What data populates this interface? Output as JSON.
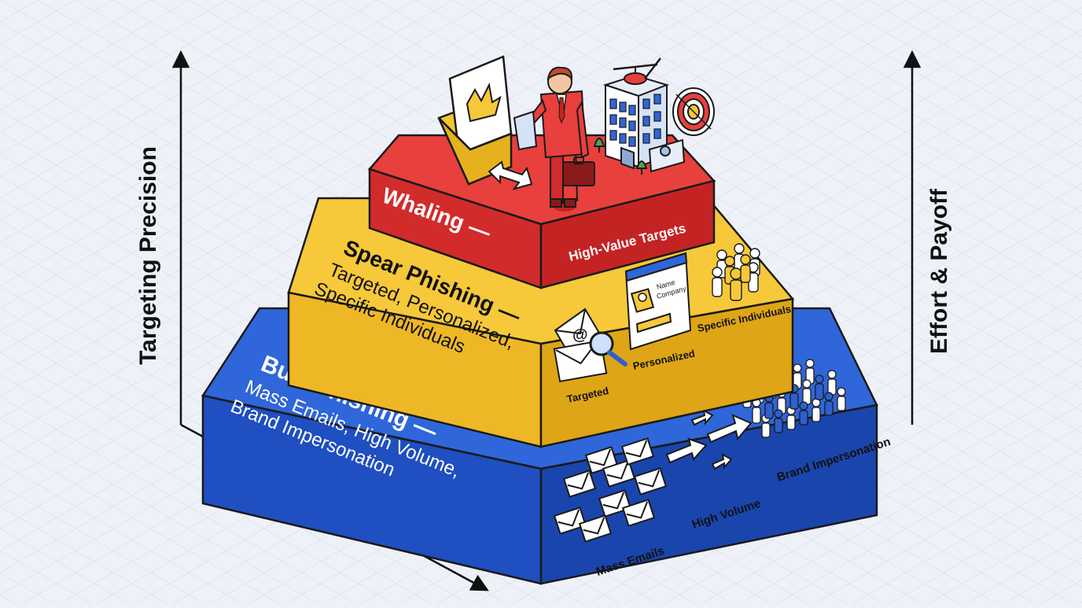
{
  "axes": {
    "left_label": "Targeting Precision",
    "right_label": "Effort & Payoff"
  },
  "tiers": {
    "top": {
      "title": "Whaling —",
      "side_label": "High-Value Targets"
    },
    "middle": {
      "title": "Spear Phishing —",
      "line1": "Targeted, Personalized,",
      "line2": "Specific Individuals",
      "icon_labels": [
        "Targeted",
        "Personalized",
        "Specific Individuals"
      ],
      "card_lines": [
        "Name",
        "Company"
      ]
    },
    "bottom": {
      "title": "Bulk Phishing —",
      "line1": "Mass Emails, High Volume,",
      "line2": "Brand Impersonation",
      "icon_labels": [
        "Mass Emails",
        "High Volume",
        "Brand Impersonation"
      ]
    }
  },
  "colors": {
    "background": "#eef1f8",
    "grid": "#dfe4ef",
    "whaling_top": "#e8403c",
    "whaling_front": "#d22b2b",
    "whaling_side": "#c42323",
    "spear_top": "#f6c83a",
    "spear_front": "#eeb725",
    "spear_side": "#dea516",
    "bulk_top": "#2f66d9",
    "bulk_front": "#1f4fc0",
    "bulk_side": "#1a45ad",
    "outline": "#1a1a1a"
  }
}
